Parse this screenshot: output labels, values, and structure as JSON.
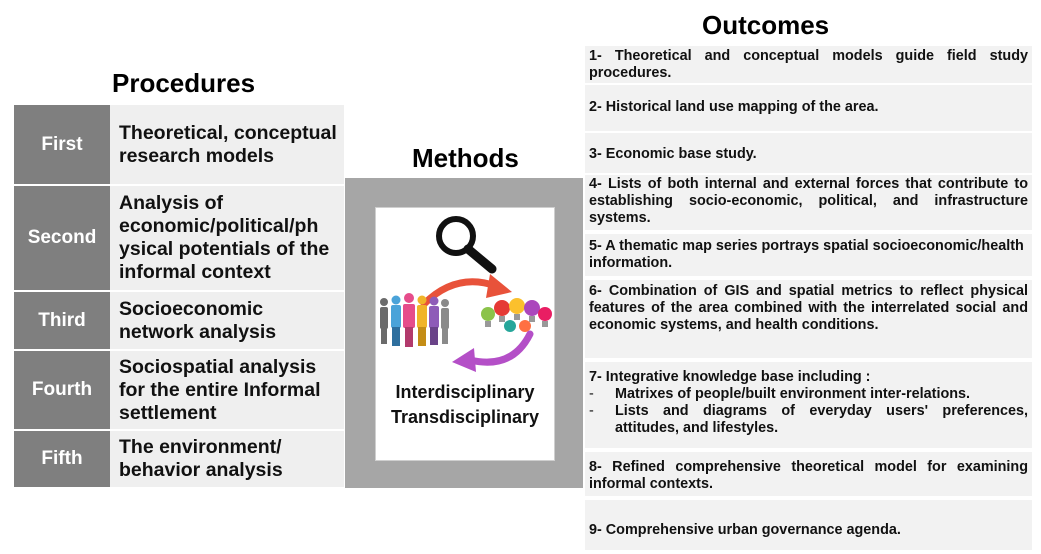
{
  "procedures": {
    "title": "Procedures",
    "rows": [
      {
        "label": "First",
        "text": "Theoretical, conceptual research models"
      },
      {
        "label": "Second",
        "text": "Analysis of economic/political/ph ysical potentials of the informal context"
      },
      {
        "label": "Third",
        "text": "Socioeconomic network analysis"
      },
      {
        "label": "Fourth",
        "text": "Sociospatial analysis for the entire Informal settlement"
      },
      {
        "label": "Fifth",
        "text": "The environment/ behavior analysis"
      }
    ]
  },
  "methods": {
    "title": "Methods",
    "line1": "Interdisciplinary",
    "line2": "Transdisciplinary",
    "icons": [
      "magnifier-icon",
      "people-group-icon",
      "lightbulbs-icon",
      "cycle-arrows-icon"
    ]
  },
  "outcomes": {
    "title": "Outcomes",
    "items": [
      "1-  Theoretical and conceptual models guide field study procedures.",
      "2-  Historical land use mapping of the area.",
      "3-  Economic base study.",
      "4-  Lists of both internal and external forces that contribute to establishing socio-economic, political, and infrastructure systems.",
      "5- A thematic map series portrays spatial socioeconomic/health information.",
      "6-  Combination of GIS and spatial metrics to reflect physical features of the area combined with the interrelated social and economic systems,  and health conditions.",
      "7-  Integrative knowledge base  including :",
      "8-   Refined  comprehensive  theoretical  model  for examining informal contexts.",
      "9- Comprehensive urban governance agenda."
    ],
    "item7_bullets": [
      "Matrixes of people/built environment inter-relations.",
      "Lists and diagrams of everyday users' preferences, attitudes, and lifestyles."
    ],
    "bullet_marker": "-"
  }
}
